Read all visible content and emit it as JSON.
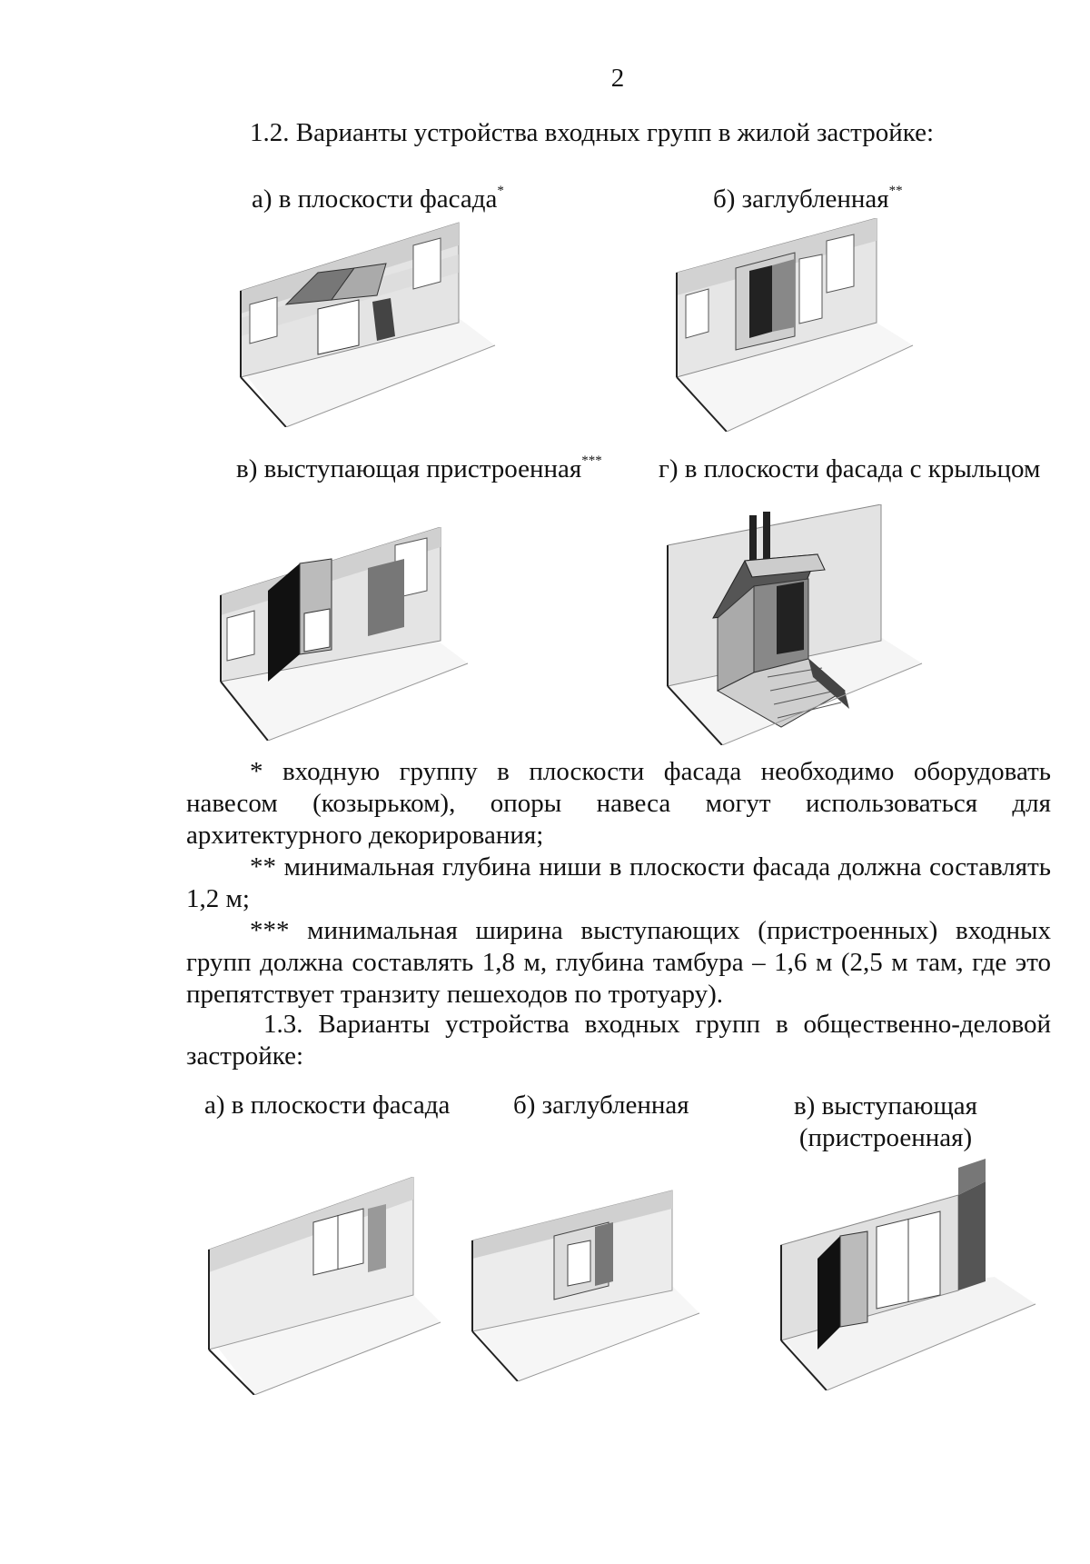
{
  "page_number": "2",
  "section_12": {
    "heading": "1.2. Варианты устройства входных групп в жилой застройке:",
    "captions": {
      "a_text": "а) в плоскости фасада",
      "a_mark": "*",
      "b_text": "б) заглубленная",
      "b_mark": "**",
      "c_text": "в) выступающая пристроенная",
      "c_mark": "***",
      "d_text": "г) в плоскости фасада с крыльцом"
    }
  },
  "notes": {
    "n1_line1": "* входную группу в плоскости фасада необходимо оборудовать",
    "n1_line2": "навесом (козырьком), опоры навеса могут использоваться для",
    "n1_line3": "архитектурного декорирования;",
    "n2_line1": "** минимальная глубина ниши в плоскости фасада должна составлять",
    "n2_line2": "1,2 м;",
    "n3_line1": "*** минимальная ширина выступающих (пристроенных) входных",
    "n3_line2": "групп должна составлять 1,8 м, глубина тамбура – 1,6 м (2,5 м там, где это",
    "n3_line3": "препятствует транзиту пешеходов по тротуару)."
  },
  "section_13": {
    "line1": "1.3. Варианты устройства входных групп в общественно-деловой",
    "line2": "застройке:",
    "captions": {
      "a": "а) в плоскости фасада",
      "b": "б) заглубленная",
      "c_line1": "в) выступающая",
      "c_line2": "(пристроенная)"
    }
  }
}
